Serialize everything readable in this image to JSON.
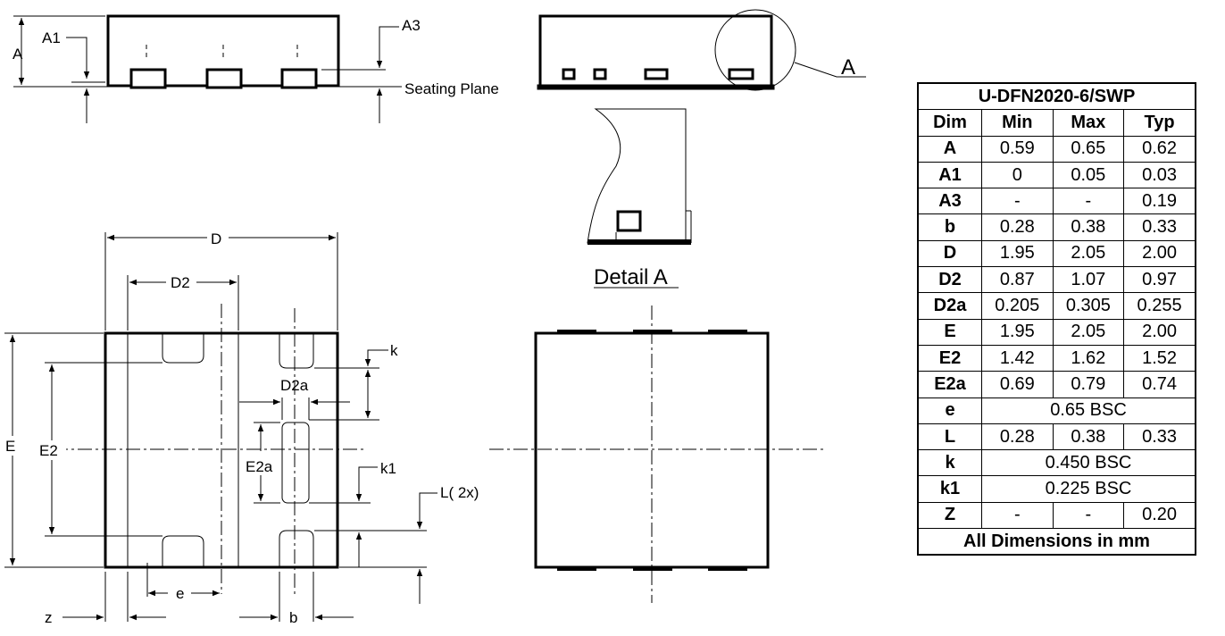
{
  "drawing": {
    "labels": {
      "A": "A",
      "A1": "A1",
      "A3": "A3",
      "seating_plane": "Seating Plane",
      "detail_callout": "A",
      "detail_title": "Detail A",
      "D": "D",
      "D2": "D2",
      "D2a": "D2a",
      "E": "E",
      "E2": "E2",
      "E2a": "E2a",
      "k": "k",
      "k1": "k1",
      "L": "L(  2x)",
      "e": "e",
      "b": "b",
      "z": "z"
    }
  },
  "table": {
    "title": "U-DFN2020-6/SWP",
    "headers": [
      "Dim",
      "Min",
      "Max",
      "Typ"
    ],
    "rows": [
      {
        "dim": "A",
        "min": "0.59",
        "max": "0.65",
        "typ": "0.62"
      },
      {
        "dim": "A1",
        "min": "0",
        "max": "0.05",
        "typ": "0.03"
      },
      {
        "dim": "A3",
        "min": "-",
        "max": "-",
        "typ": "0.19"
      },
      {
        "dim": "b",
        "min": "0.28",
        "max": "0.38",
        "typ": "0.33"
      },
      {
        "dim": "D",
        "min": "1.95",
        "max": "2.05",
        "typ": "2.00"
      },
      {
        "dim": "D2",
        "min": "0.87",
        "max": "1.07",
        "typ": "0.97"
      },
      {
        "dim": "D2a",
        "min": "0.205",
        "max": "0.305",
        "typ": "0.255"
      },
      {
        "dim": "E",
        "min": "1.95",
        "max": "2.05",
        "typ": "2.00"
      },
      {
        "dim": "E2",
        "min": "1.42",
        "max": "1.62",
        "typ": "1.52"
      },
      {
        "dim": "E2a",
        "min": "0.69",
        "max": "0.79",
        "typ": "0.74"
      },
      {
        "dim": "e",
        "span": "0.65 BSC"
      },
      {
        "dim": "L",
        "min": "0.28",
        "max": "0.38",
        "typ": "0.33"
      },
      {
        "dim": "k",
        "span": "0.450  BSC"
      },
      {
        "dim": "k1",
        "span": "0.225 BSC"
      },
      {
        "dim": "Z",
        "min": "-",
        "max": "-",
        "typ": "0.20"
      }
    ],
    "footer": "All Dimensions in mm"
  }
}
